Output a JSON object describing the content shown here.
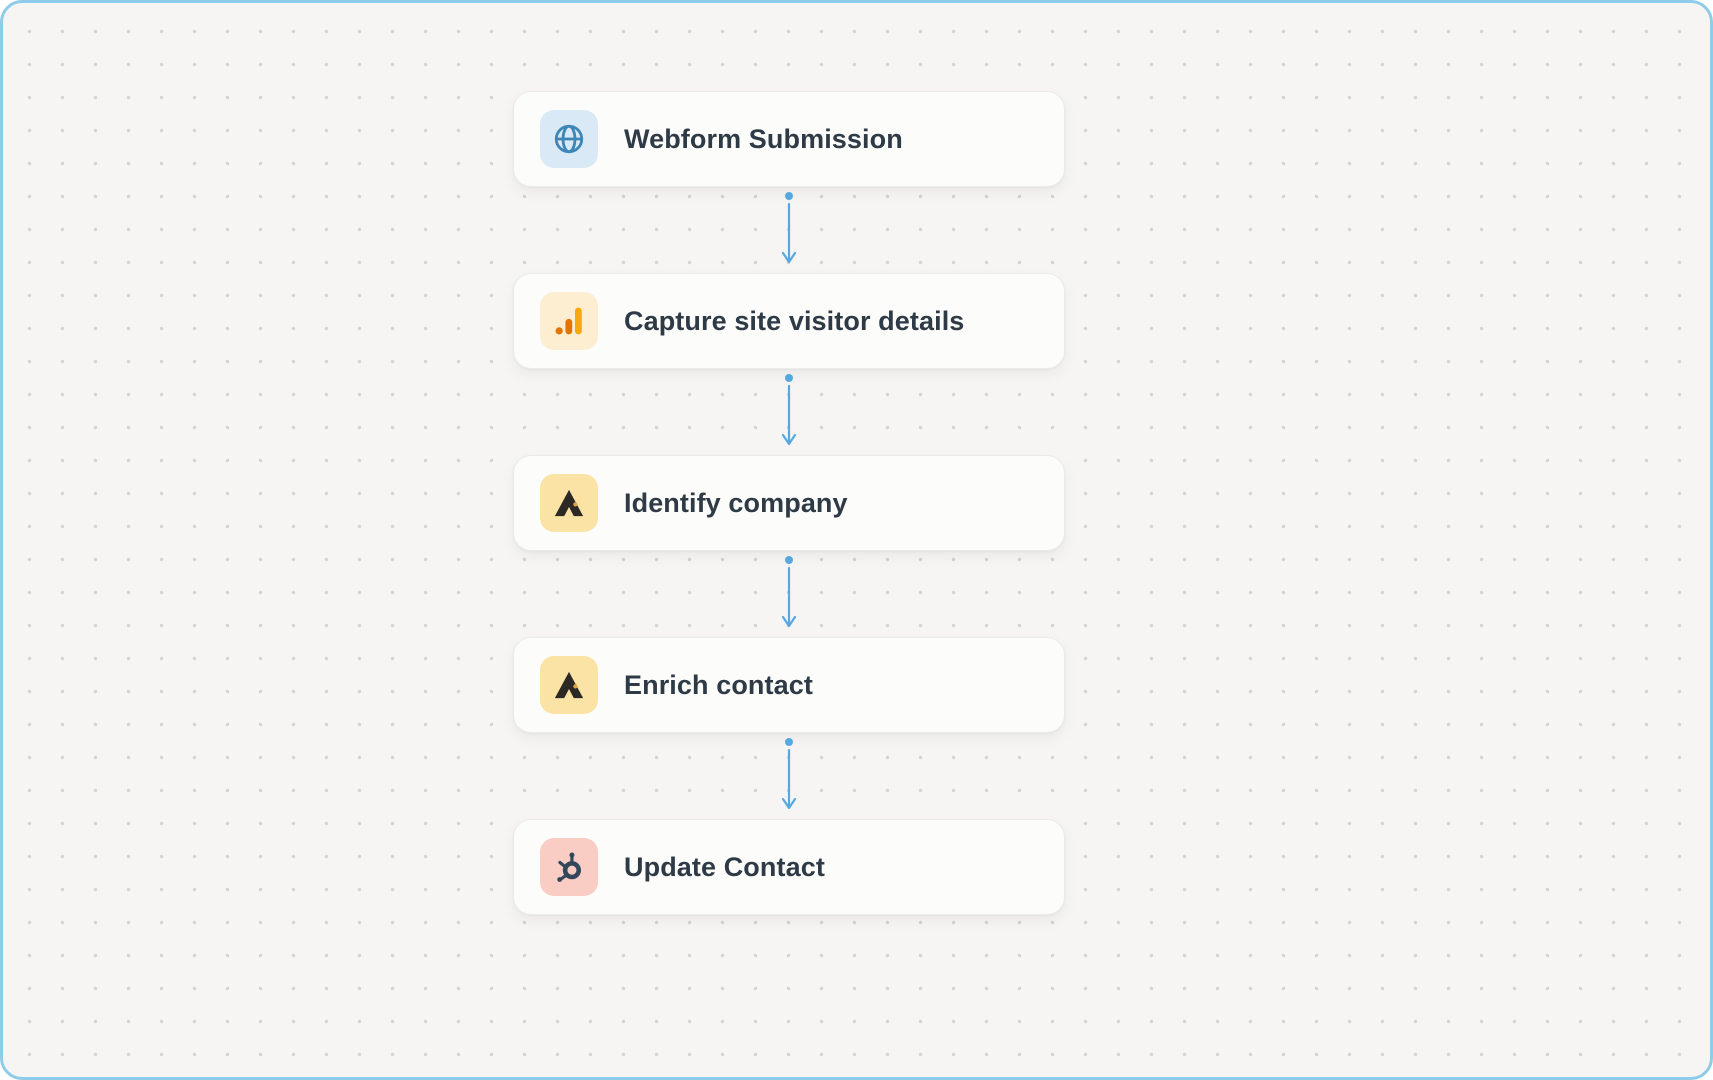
{
  "canvas": {
    "style": "--arrow:#55a9e0;--dot:#d6d3ce;--border:#8fcce9;--bg:#f6f5f3;--text:#2e3a46;--card-bg:#fcfcfa;--card-border:#ebebe8",
    "colors": {
      "border": "#8fcce9",
      "background": "#f6f5f3",
      "dot_grid": "#d6d3ce",
      "arrow": "#55a9e0",
      "label_text": "#2e3a46",
      "card_background": "#fcfcfa"
    }
  },
  "workflow": {
    "steps": [
      {
        "label": "Webform Submission",
        "icon": "globe-icon",
        "tile_style": "background:#d9eaf6;--c1:#3e86b8"
      },
      {
        "label": "Capture site visitor details",
        "icon": "analytics-bars-icon",
        "tile_style": "background:#fdeed2;--c1:#e37400;--c2:#f7a80b"
      },
      {
        "label": "Identify company",
        "icon": "albacross-a-icon",
        "tile_style": "background:#fbe3a6;--c1:#2c2925;--c2:#e8a33d"
      },
      {
        "label": "Enrich contact",
        "icon": "albacross-a-icon",
        "tile_style": "background:#fbe3a6;--c1:#2c2925;--c2:#e8a33d"
      },
      {
        "label": "Update Contact",
        "icon": "hubspot-sprocket-icon",
        "tile_style": "background:#f9ccc4;--c1:#33475b"
      }
    ]
  }
}
